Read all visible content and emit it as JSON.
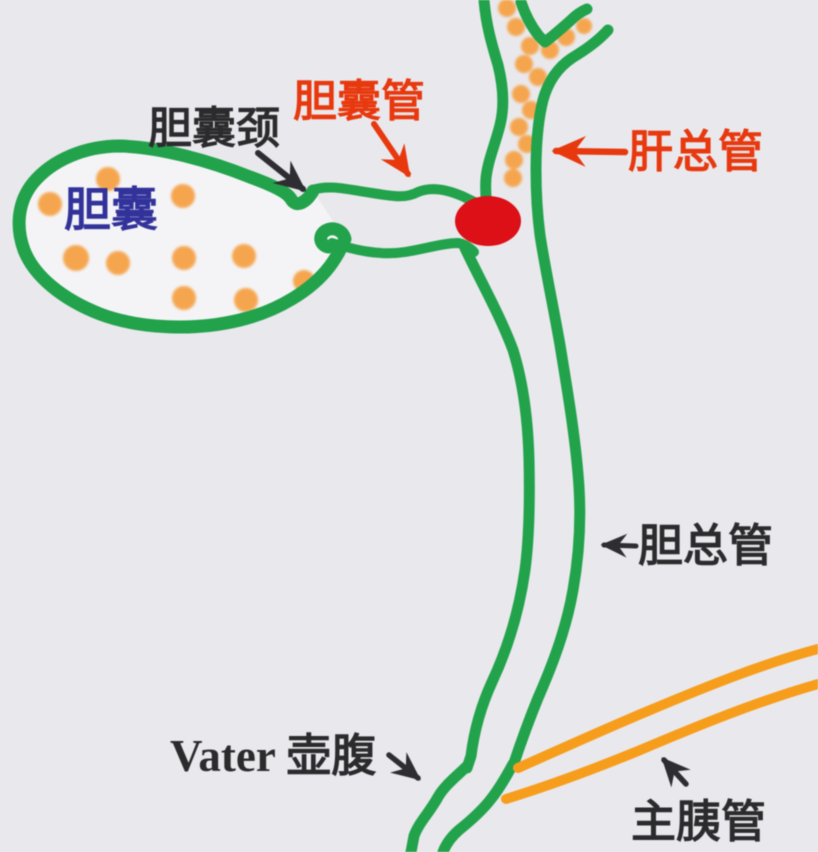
{
  "diagram": {
    "background": "#e9e9ed",
    "colors": {
      "duct_green": "#23a24c",
      "bile_dot_orange": "#f5a54e",
      "pancreatic_duct_orange": "#f79d1c",
      "gallstone_red": "#dc1016",
      "highlight_red": "#e8380e",
      "text_black": "#2b2b2e",
      "text_blue": "#32329b"
    },
    "labels": {
      "gallbladder": "胆囊",
      "gallbladder_neck": "胆囊颈",
      "cystic_duct": "胆囊管",
      "common_hepatic_duct": "肝总管",
      "common_bile_duct": "胆总管",
      "ampulla_of_vater": "Vater 壶腹",
      "main_pancreatic_duct": "主胰管"
    }
  }
}
